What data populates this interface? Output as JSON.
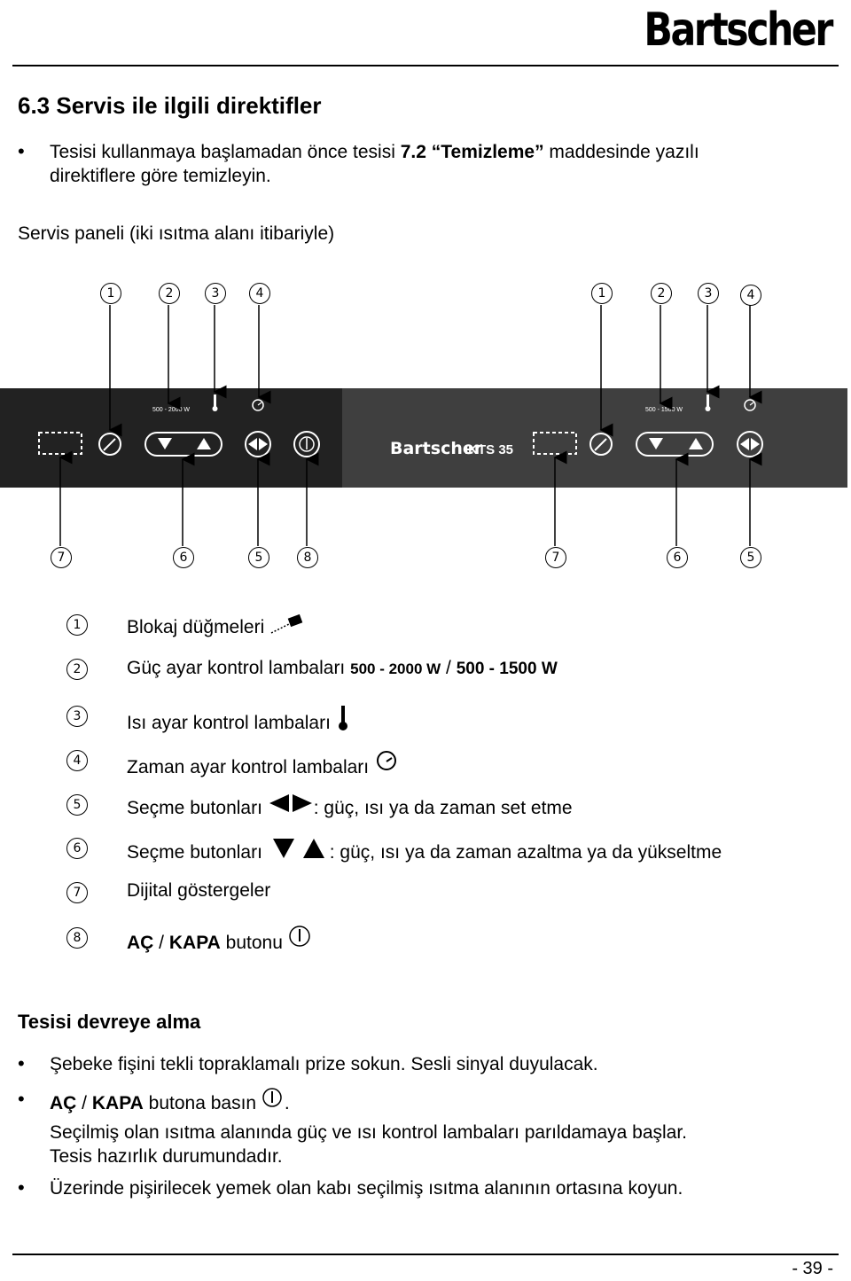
{
  "brand": "Bartscher",
  "heading": "6.3 Servis ile ilgili direktifler",
  "intro_bullet": {
    "pre": "Tesisi kullanmaya başlamadan önce tesisi ",
    "ref_num": "7.2",
    "ref_title": "“Temizleme”",
    "post": " maddesinde yazılı",
    "line2": "direktiflere göre temizleyin."
  },
  "panel_caption": "Servis paneli (iki ısıtma alanı itibariyle)",
  "panel": {
    "model": "IKTS 35",
    "zone1_power": "500 - 2000 W",
    "zone2_power": "500 - 1500 W",
    "top_numbers_left": [
      "1",
      "2",
      "3",
      "4"
    ],
    "top_numbers_right": [
      "1",
      "2",
      "3",
      "4"
    ],
    "bottom_numbers_left": [
      "7",
      "6",
      "5",
      "8"
    ],
    "bottom_numbers_right": [
      "7",
      "6",
      "5"
    ]
  },
  "legend": [
    {
      "num": "1",
      "text": "Blokaj düğmeleri"
    },
    {
      "num": "2",
      "text": "Güç ayar kontrol lambaları",
      "value1": "500 - 2000 W",
      "sep": " / ",
      "value2": "500 - 1500 W"
    },
    {
      "num": "3",
      "text": "Isı ayar kontrol lambaları"
    },
    {
      "num": "4",
      "text": "Zaman ayar kontrol lambaları"
    },
    {
      "num": "5",
      "text": "Seçme butonları",
      "desc": ": güç, ısı ya da zaman set etme"
    },
    {
      "num": "6",
      "text": "Seçme butonları",
      "desc": ": güç, ısı ya da zaman azaltma ya da yükseltme"
    },
    {
      "num": "7",
      "text": "Dijital göstergeler"
    },
    {
      "num": "8",
      "bold1": "AÇ",
      "sep": " / ",
      "bold2": "KAPA",
      "text": " butonu"
    }
  ],
  "subheading": "Tesisi devreye alma",
  "steps": [
    {
      "text": "Şebeke fişini tekli topraklamalı prize sokun. Sesli sinyal duyulacak."
    },
    {
      "bold1": "AÇ",
      "sep": " / ",
      "bold2": "KAPA",
      "text": " butona basın ",
      "end": ".",
      "line2": "Seçilmiş olan ısıtma alanında güç ve ısı kontrol lambaları parıldamaya başlar.",
      "line3": "Tesis hazırlık durumundadır."
    },
    {
      "text": "Üzerinde pişirilecek yemek olan kabı seçilmiş ısıtma alanının ortasına koyun."
    }
  ],
  "page_number": "- 39 -",
  "colors": {
    "panel": "#3a3a3a",
    "panel_dark": "#1e1e1e",
    "icon": "#ffffff"
  }
}
